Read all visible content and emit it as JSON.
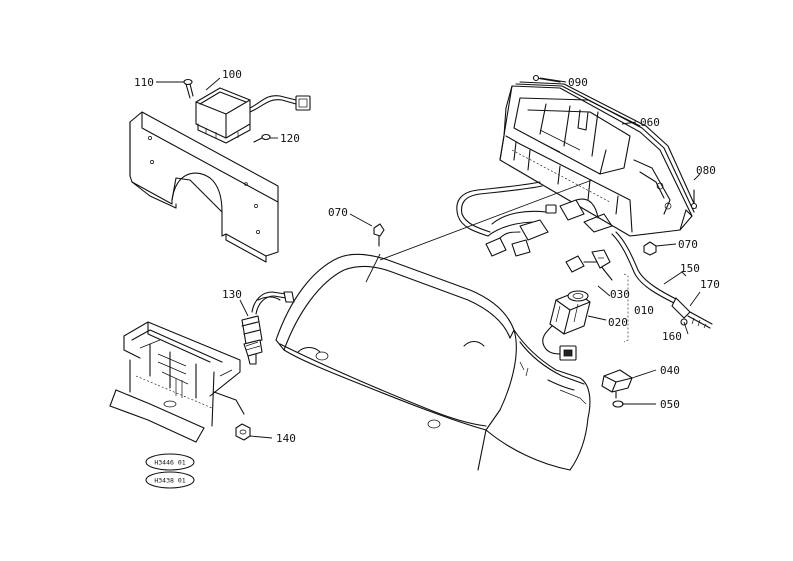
{
  "callouts": {
    "c110": "110",
    "c100": "100",
    "c120": "120",
    "c090": "090",
    "c060": "060",
    "c080": "080",
    "c070a": "070",
    "c070b": "070",
    "c150": "150",
    "c170": "170",
    "c160": "160",
    "c130": "130",
    "c030": "030",
    "c020": "020",
    "c010": "010",
    "c040": "040",
    "c050": "050",
    "c140": "140"
  },
  "stamps": {
    "top": "H3446 01",
    "bottom": "H3438 01"
  }
}
